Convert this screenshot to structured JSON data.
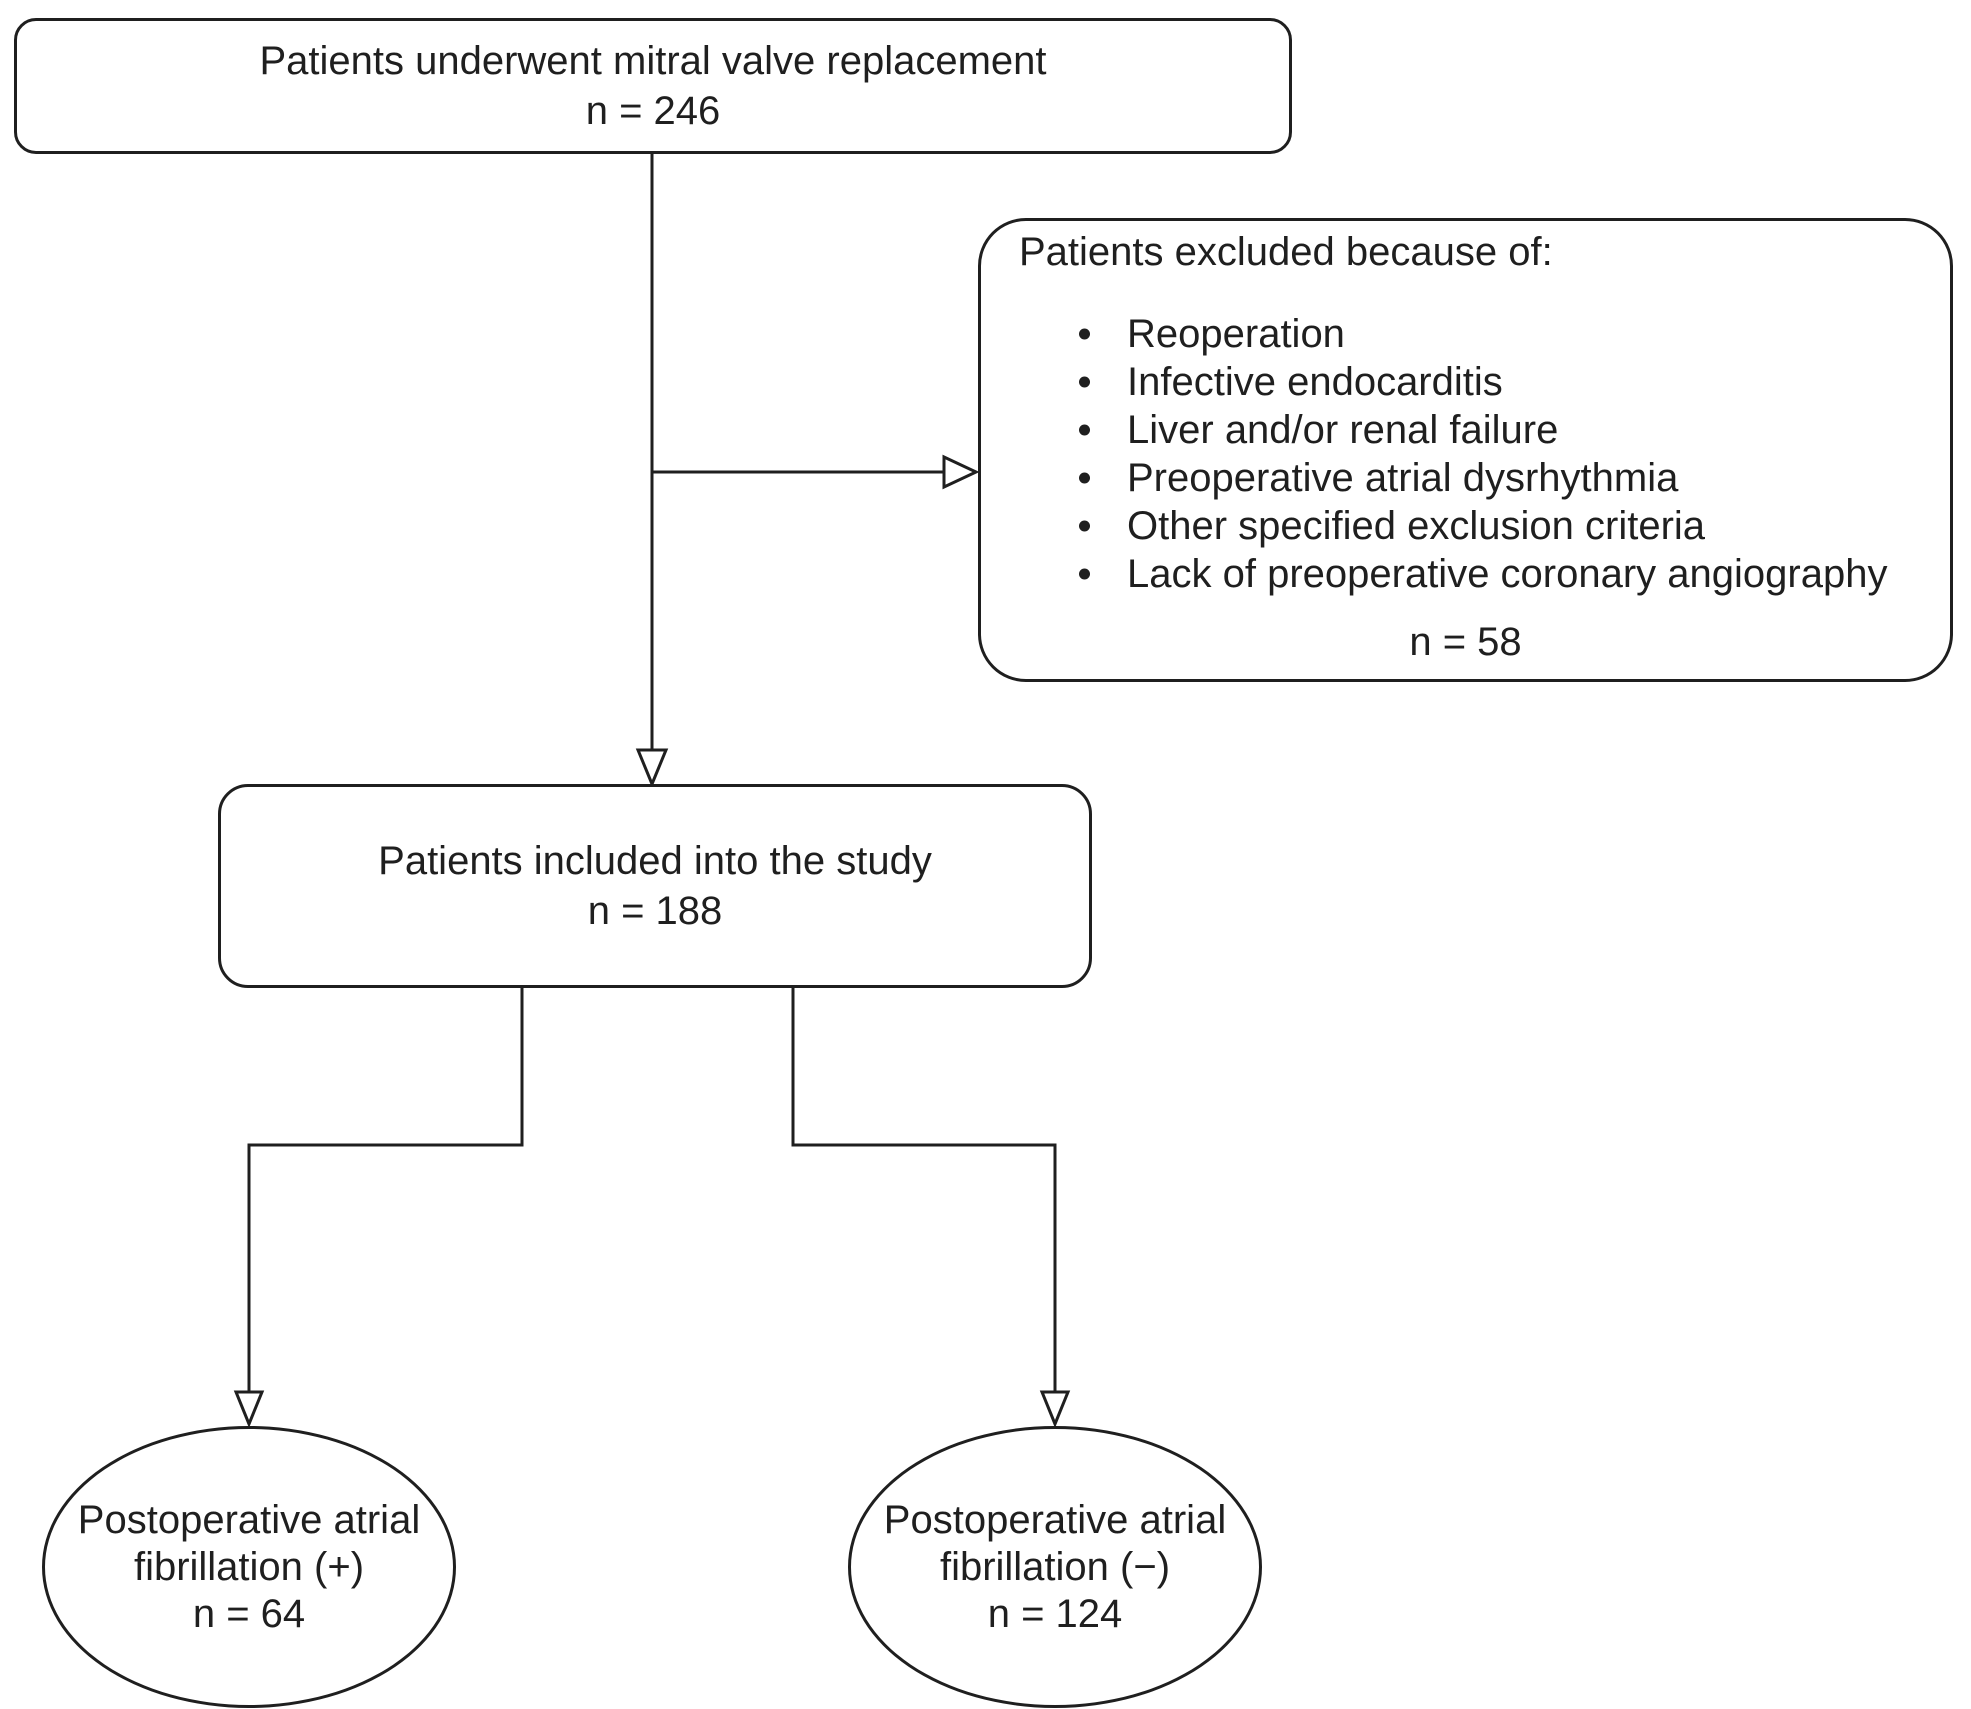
{
  "flowchart": {
    "top_box": {
      "title": "Patients underwent mitral valve replacement",
      "count": "n = 246"
    },
    "excluded_box": {
      "title": "Patients excluded because of:",
      "items": [
        "Reoperation",
        "Infective endocarditis",
        "Liver and/or renal failure",
        "Preoperative atrial dysrhythmia",
        "Other specified exclusion criteria",
        "Lack of preoperative coronary angiography"
      ],
      "count": "n = 58"
    },
    "included_box": {
      "title": "Patients included into the study",
      "count": "n = 188"
    },
    "outcome_positive": {
      "line1": "Postoperative atrial",
      "line2": "fibrillation (+)",
      "count": "n = 64"
    },
    "outcome_negative": {
      "line1": "Postoperative atrial",
      "line2": "fibrillation (−)",
      "count": "n = 124"
    }
  },
  "colors": {
    "stroke": "#1f1f1f",
    "text": "#1f1f1f",
    "background": "#ffffff"
  }
}
